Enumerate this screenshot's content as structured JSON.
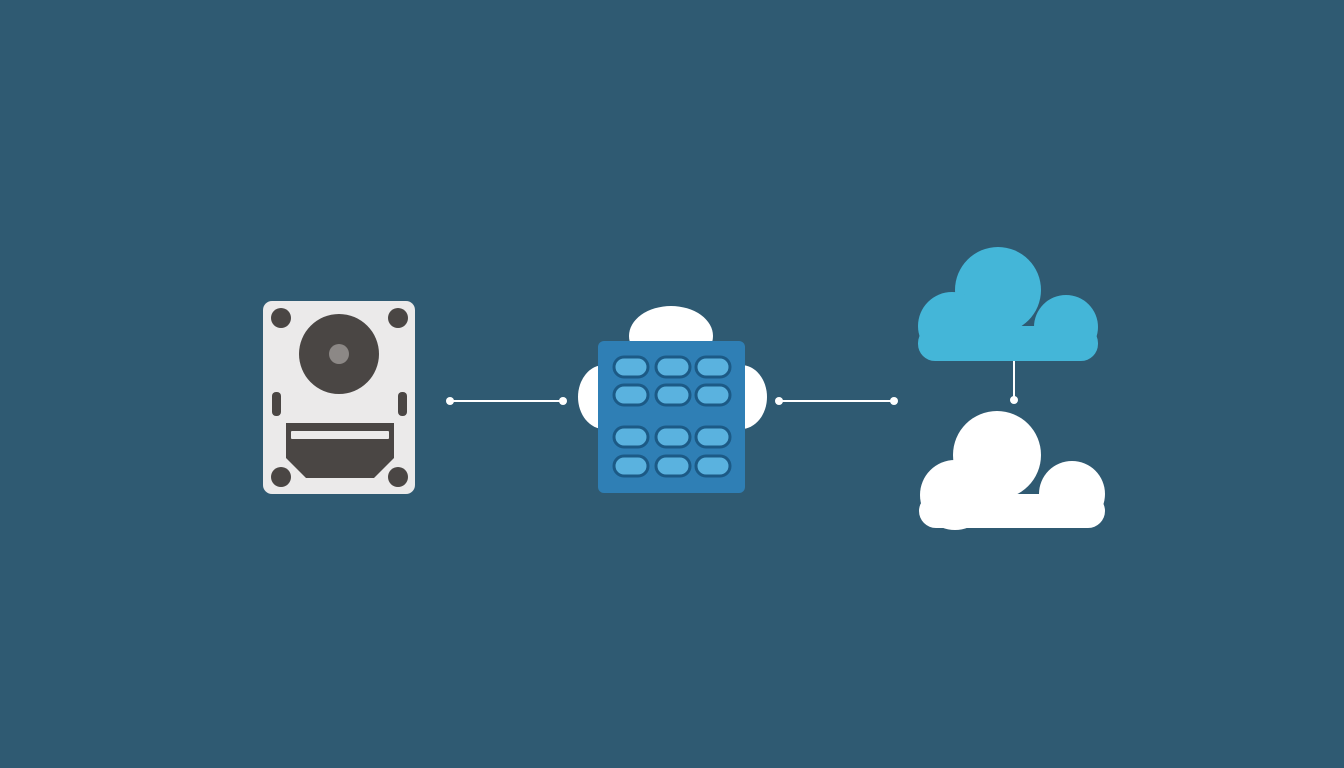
{
  "colors": {
    "background": "#2f5a72",
    "drive_body": "#ebeaea",
    "drive_dark": "#4a4644",
    "server_body": "#2f7fb5",
    "server_slot_fill": "#5ab2df",
    "server_slot_border": "#1c5a86",
    "cloud_blue": "#44b6d8",
    "cloud_white": "#ffffff",
    "connector": "#ffffff"
  },
  "diagram": {
    "nodes": [
      {
        "id": "hard-drive",
        "icon": "hard-drive-icon"
      },
      {
        "id": "server",
        "icon": "server-rack-icon"
      },
      {
        "id": "cloud-upper",
        "icon": "cloud-icon"
      },
      {
        "id": "cloud-lower",
        "icon": "cloud-icon"
      }
    ],
    "edges": [
      {
        "from": "hard-drive",
        "to": "server"
      },
      {
        "from": "server",
        "to": "cloud-upper"
      },
      {
        "from": "cloud-upper",
        "to": "cloud-lower"
      }
    ]
  }
}
